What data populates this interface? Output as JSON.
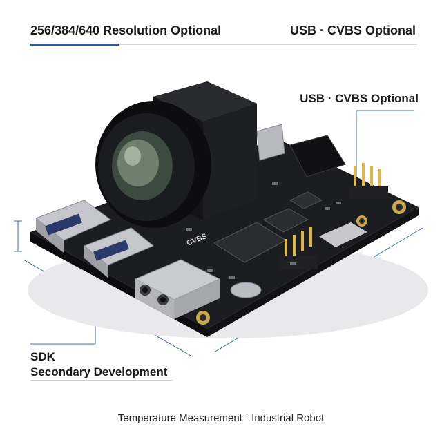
{
  "header": {
    "left_title": "256/384/640 Resolution Optional",
    "right_title": "USB · CVBS Optional"
  },
  "callouts": {
    "usb_cvbs": "USB · CVBS Optional",
    "sdk_line1": "SDK",
    "sdk_line2": "Secondary Development"
  },
  "board_silkscreen": {
    "cvbs": "CVBS"
  },
  "footer": {
    "caption": "Temperature Measurement · Industrial Robot"
  },
  "colors": {
    "accent": "#1f5fb0",
    "board": "#1c1d20",
    "text": "#1a1a1a"
  }
}
